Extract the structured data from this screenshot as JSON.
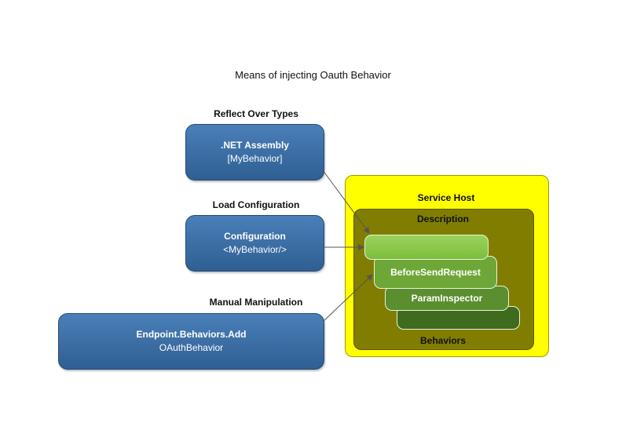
{
  "title": "Means of injecting Oauth Behavior",
  "sources": [
    {
      "label": "Reflect Over Types",
      "line1": ".NET Assembly",
      "line2": "[MyBehavior]"
    },
    {
      "label": "Load Configuration",
      "line1": "Configuration",
      "line2": "<MyBehavior/>"
    },
    {
      "label": "Manual Manipulation",
      "line1": "Endpoint.Behaviors.Add",
      "line2": "OAuthBehavior"
    }
  ],
  "host": {
    "title": "Service Host",
    "description": "Description",
    "layers": [
      "",
      "BeforeSendRequest",
      "ParamInspector",
      ""
    ],
    "behaviors_label": "Behaviors"
  },
  "colors": {
    "source_box": "#2f5f93",
    "host": "#ffff00",
    "description": "#807d00",
    "layer_top": "#8cc84b"
  }
}
